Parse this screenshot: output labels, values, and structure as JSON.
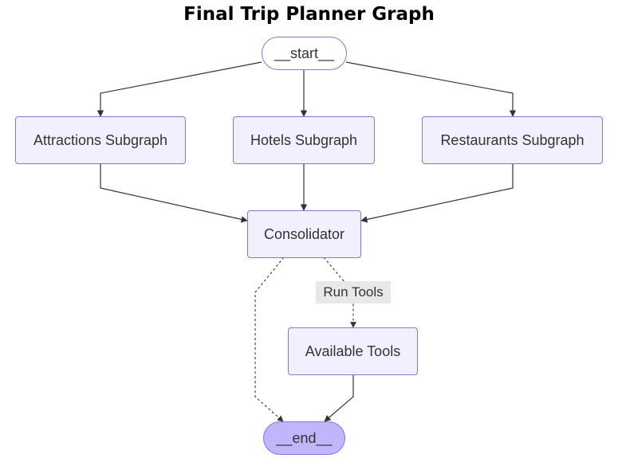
{
  "title": "Final Trip Planner Graph",
  "nodes": {
    "start": "__start__",
    "attractions": "Attractions Subgraph",
    "hotels": "Hotels Subgraph",
    "restaurants": "Restaurants Subgraph",
    "consolidator": "Consolidator",
    "available_tools": "Available Tools",
    "end": "__end__"
  },
  "edges": {
    "run_tools_label": "Run Tools"
  },
  "colors": {
    "node_fill": "#f2f0ff",
    "node_border": "#9370db",
    "end_fill": "#bfb6fc",
    "edge": "#333333",
    "label_bg": "#e8e8e8"
  }
}
